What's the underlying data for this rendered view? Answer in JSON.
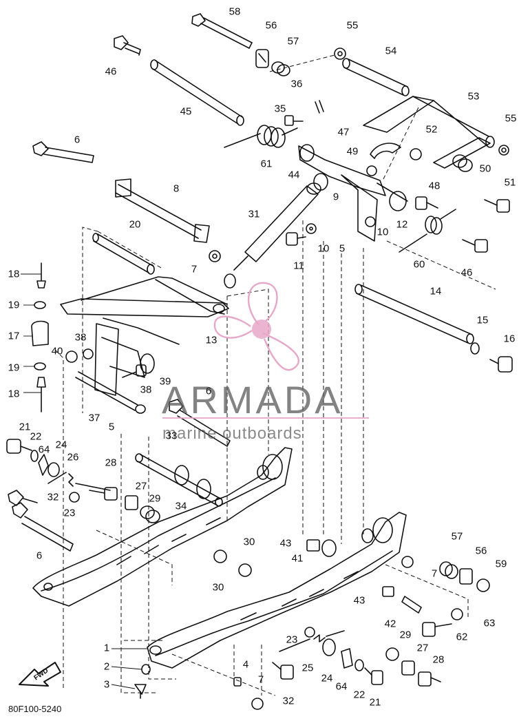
{
  "diagram": {
    "drawing_number": "80F100-5240",
    "watermark": {
      "title": "ARMADA",
      "subtitle": "marine outboards",
      "accent_color": "#e7a7c8"
    },
    "fwd_arrow_label": "FWD",
    "callouts": [
      "58",
      "56",
      "55",
      "57",
      "46",
      "54",
      "45",
      "36",
      "53",
      "35",
      "55",
      "47",
      "52",
      "61",
      "49",
      "6",
      "44",
      "50",
      "48",
      "51",
      "8",
      "9",
      "31",
      "10",
      "12",
      "20",
      "11",
      "10",
      "5",
      "60",
      "46",
      "7",
      "18",
      "14",
      "19",
      "13",
      "15",
      "16",
      "17",
      "38",
      "40",
      "39",
      "19",
      "38",
      "18",
      "37",
      "5",
      "6",
      "33",
      "21",
      "22",
      "64",
      "24",
      "26",
      "28",
      "32",
      "27",
      "29",
      "23",
      "34",
      "6",
      "30",
      "43",
      "57",
      "41",
      "56",
      "59",
      "7",
      "30",
      "43",
      "42",
      "63",
      "62",
      "23",
      "29",
      "1",
      "27",
      "28",
      "25",
      "2",
      "4",
      "24",
      "64",
      "22",
      "21",
      "3",
      "7",
      "32"
    ]
  }
}
